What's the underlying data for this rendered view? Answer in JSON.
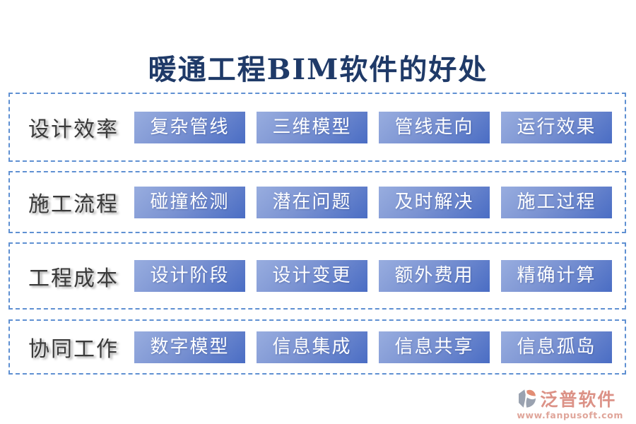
{
  "title": "暖通工程BIM软件的好处",
  "rows": [
    {
      "label": "设计效率",
      "items": [
        "复杂管线",
        "三维模型",
        "管线走向",
        "运行效果"
      ]
    },
    {
      "label": "施工流程",
      "items": [
        "碰撞检测",
        "潜在问题",
        "及时解决",
        "施工过程"
      ]
    },
    {
      "label": "工程成本",
      "items": [
        "设计阶段",
        "设计变更",
        "额外费用",
        "精确计算"
      ]
    },
    {
      "label": "协同工作",
      "items": [
        "数字模型",
        "信息集成",
        "信息共享",
        "信息孤岛"
      ]
    }
  ],
  "footer": {
    "brand": "泛普软件",
    "url": "www.fanpusoft.com",
    "logo_icon": "fanpu-logo-icon"
  },
  "colors": {
    "title_text": "#1f3a68",
    "row_border": "#5f90d2",
    "label_text": "#3a3a3a",
    "chip_gradient_start": "#98addf",
    "chip_gradient_end": "#4a6dc4",
    "chip_text": "#ffffff",
    "brand_text": "#dc9287",
    "url_text": "#e0a59a",
    "logo_gray": "#9aa2b0",
    "logo_salmon": "#e28d74",
    "background": "#ffffff"
  }
}
